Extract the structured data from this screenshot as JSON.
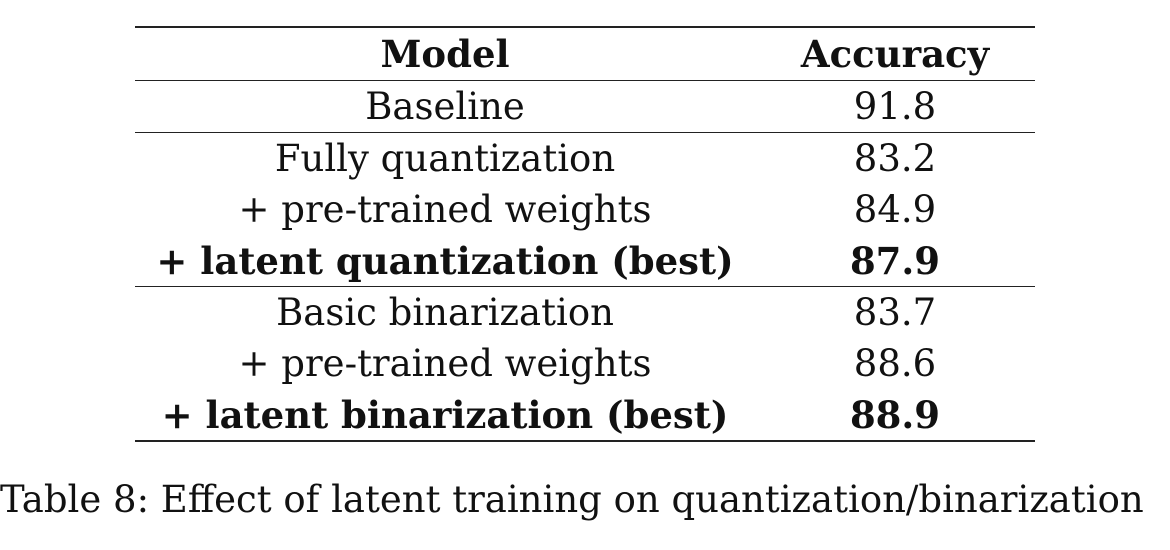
{
  "table": {
    "header": {
      "model": "Model",
      "accuracy": "Accuracy"
    },
    "groups": [
      {
        "rows": [
          {
            "model": "Baseline",
            "accuracy": "91.8",
            "best": false
          }
        ]
      },
      {
        "rows": [
          {
            "model": "Fully quantization",
            "accuracy": "83.2",
            "best": false
          },
          {
            "model": "+ pre-trained weights",
            "accuracy": "84.9",
            "best": false
          },
          {
            "model": "+ latent quantization (best)",
            "accuracy": "87.9",
            "best": true
          }
        ]
      },
      {
        "rows": [
          {
            "model": "Basic binarization",
            "accuracy": "83.7",
            "best": false
          },
          {
            "model": "+ pre-trained weights",
            "accuracy": "88.6",
            "best": false
          },
          {
            "model": "+ latent binarization (best)",
            "accuracy": "88.9",
            "best": true
          }
        ]
      }
    ],
    "caption": "Table 8: Effect of latent training on quantization/binarization"
  }
}
